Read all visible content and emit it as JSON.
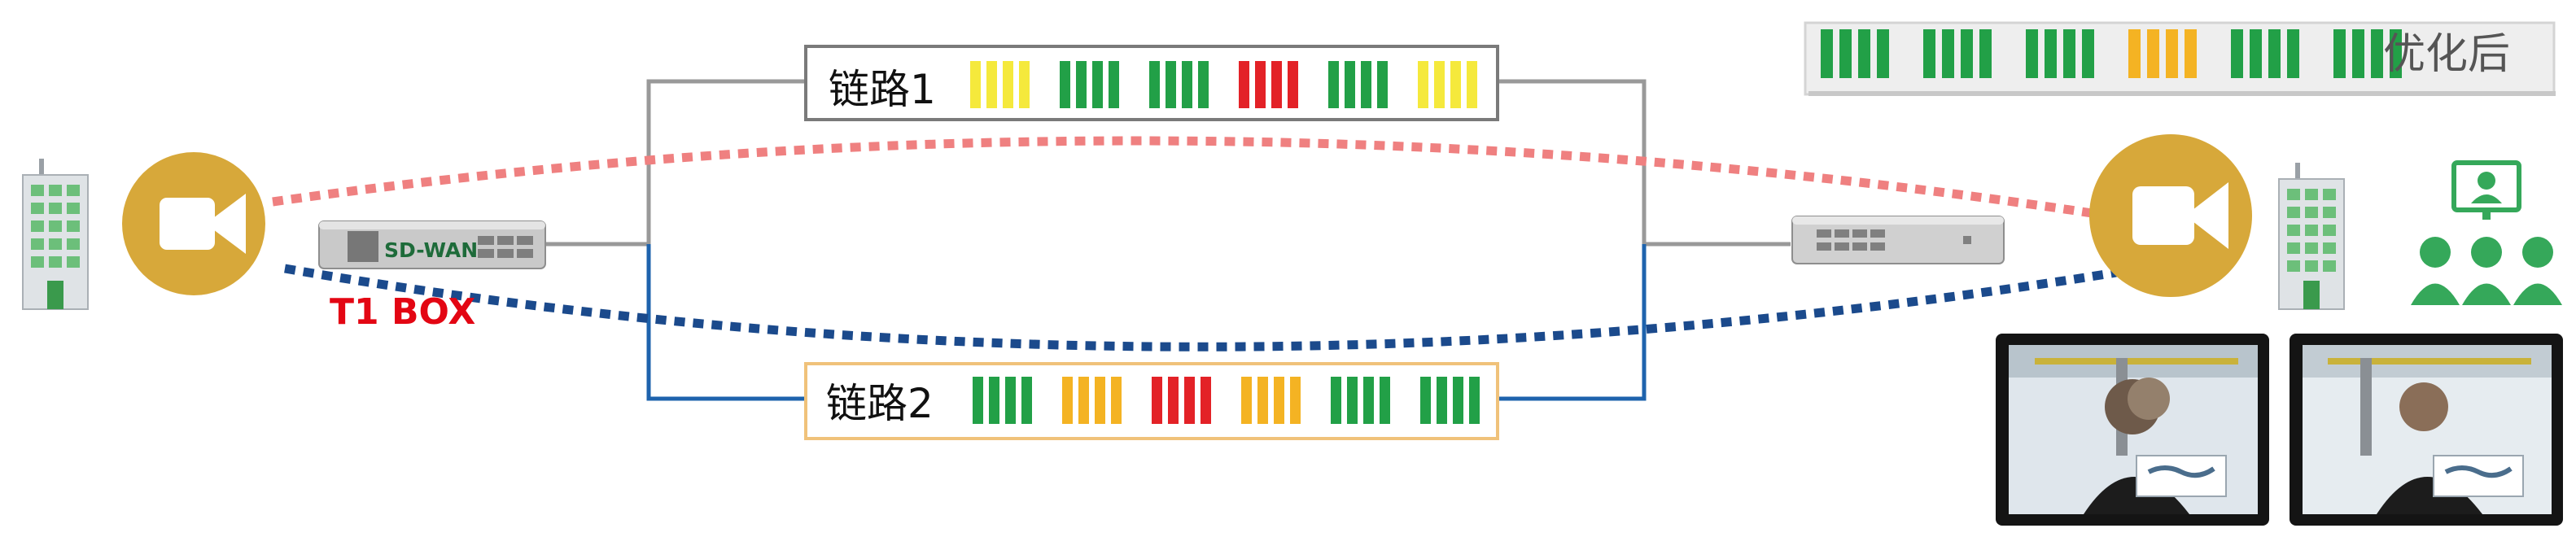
{
  "colors": {
    "green": "#22a047",
    "yellow": "#f5e93c",
    "orange": "#f4b323",
    "red": "#e32227",
    "camera_gold": "#d7a83a",
    "link_gray": "#999999",
    "link_blue": "#1e63ad",
    "red_dotted": "#ef8080",
    "blue_dotted": "#1b4a8c",
    "t1_red": "#e30613",
    "sdwan_label": "#1e6b3a"
  },
  "icons": {
    "camera": "video-camera-icon",
    "building": "office-building-icon",
    "agents": "call-center-agents-icon",
    "monitor": "video-monitor-icon"
  },
  "device_left": {
    "label": "SD-WAN",
    "caption": "T1 BOX"
  },
  "link1": {
    "label": "链路1",
    "groups": [
      {
        "color": "yellow",
        "count": 4
      },
      {
        "color": "green",
        "count": 4
      },
      {
        "color": "green",
        "count": 4
      },
      {
        "color": "red",
        "count": 4
      },
      {
        "color": "green",
        "count": 4
      },
      {
        "color": "yellow",
        "count": 4
      }
    ]
  },
  "link2": {
    "label": "链路2",
    "groups": [
      {
        "color": "green",
        "count": 4
      },
      {
        "color": "orange",
        "count": 4
      },
      {
        "color": "red",
        "count": 4
      },
      {
        "color": "orange",
        "count": 4
      },
      {
        "color": "green",
        "count": 4
      },
      {
        "color": "green",
        "count": 4
      }
    ]
  },
  "optimized": {
    "label": "优化后",
    "groups": [
      {
        "color": "green",
        "count": 4
      },
      {
        "color": "green",
        "count": 4
      },
      {
        "color": "green",
        "count": 4
      },
      {
        "color": "orange",
        "count": 4
      },
      {
        "color": "green",
        "count": 4
      },
      {
        "color": "green",
        "count": 4
      }
    ]
  }
}
